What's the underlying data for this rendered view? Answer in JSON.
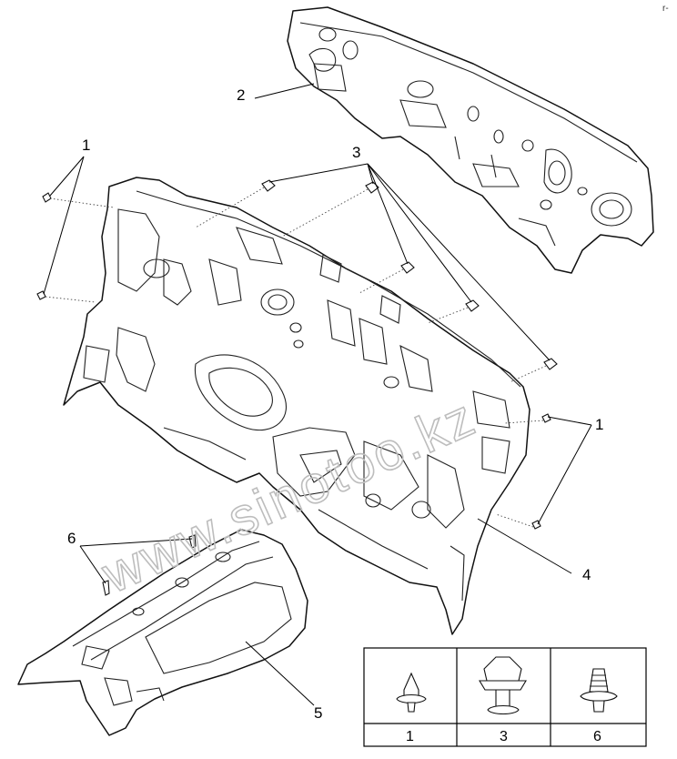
{
  "callouts": {
    "c1_left": "1",
    "c1_right": "1",
    "c2": "2",
    "c3": "3",
    "c4": "4",
    "c5": "5",
    "c6": "6"
  },
  "watermark": "www.sinotoo.kz",
  "corner_mark": "r-",
  "fastener_table": {
    "columns": [
      "1",
      "3",
      "6"
    ]
  }
}
